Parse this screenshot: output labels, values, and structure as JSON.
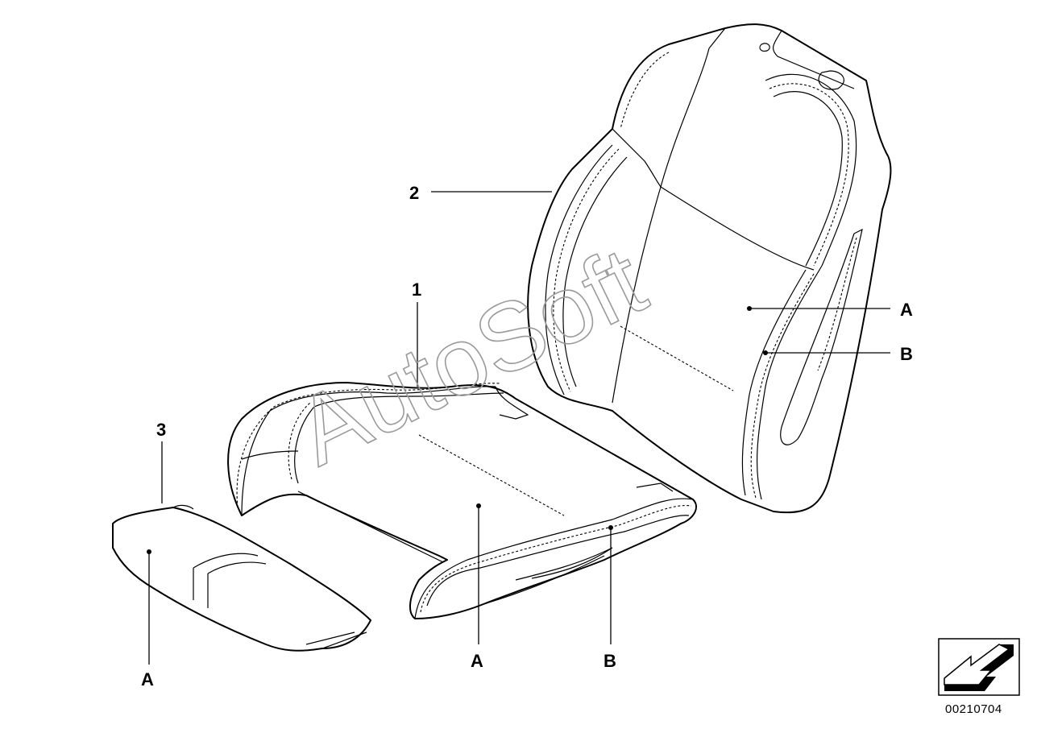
{
  "watermark": "AutoSoft",
  "callouts": {
    "part_1": "1",
    "part_2": "2",
    "part_3": "3",
    "seat_A": "A",
    "seat_B": "B",
    "back_A": "A",
    "back_B": "B",
    "bolster_A": "A"
  },
  "diagram_code": "00210704",
  "nav_icon": "arrow-down-left-icon"
}
